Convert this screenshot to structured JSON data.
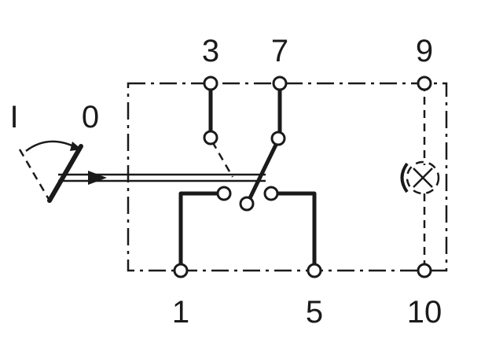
{
  "switch": {
    "position_labels": {
      "on": "I",
      "off": "0"
    }
  },
  "terminals": {
    "t3": "3",
    "t7": "7",
    "t9": "9",
    "t1": "1",
    "t5": "5",
    "t10": "10"
  },
  "icons": {
    "lamp": "lamp-icon",
    "toggle": "toggle-lever-icon",
    "arrow": "actuator-arrow-icon"
  }
}
